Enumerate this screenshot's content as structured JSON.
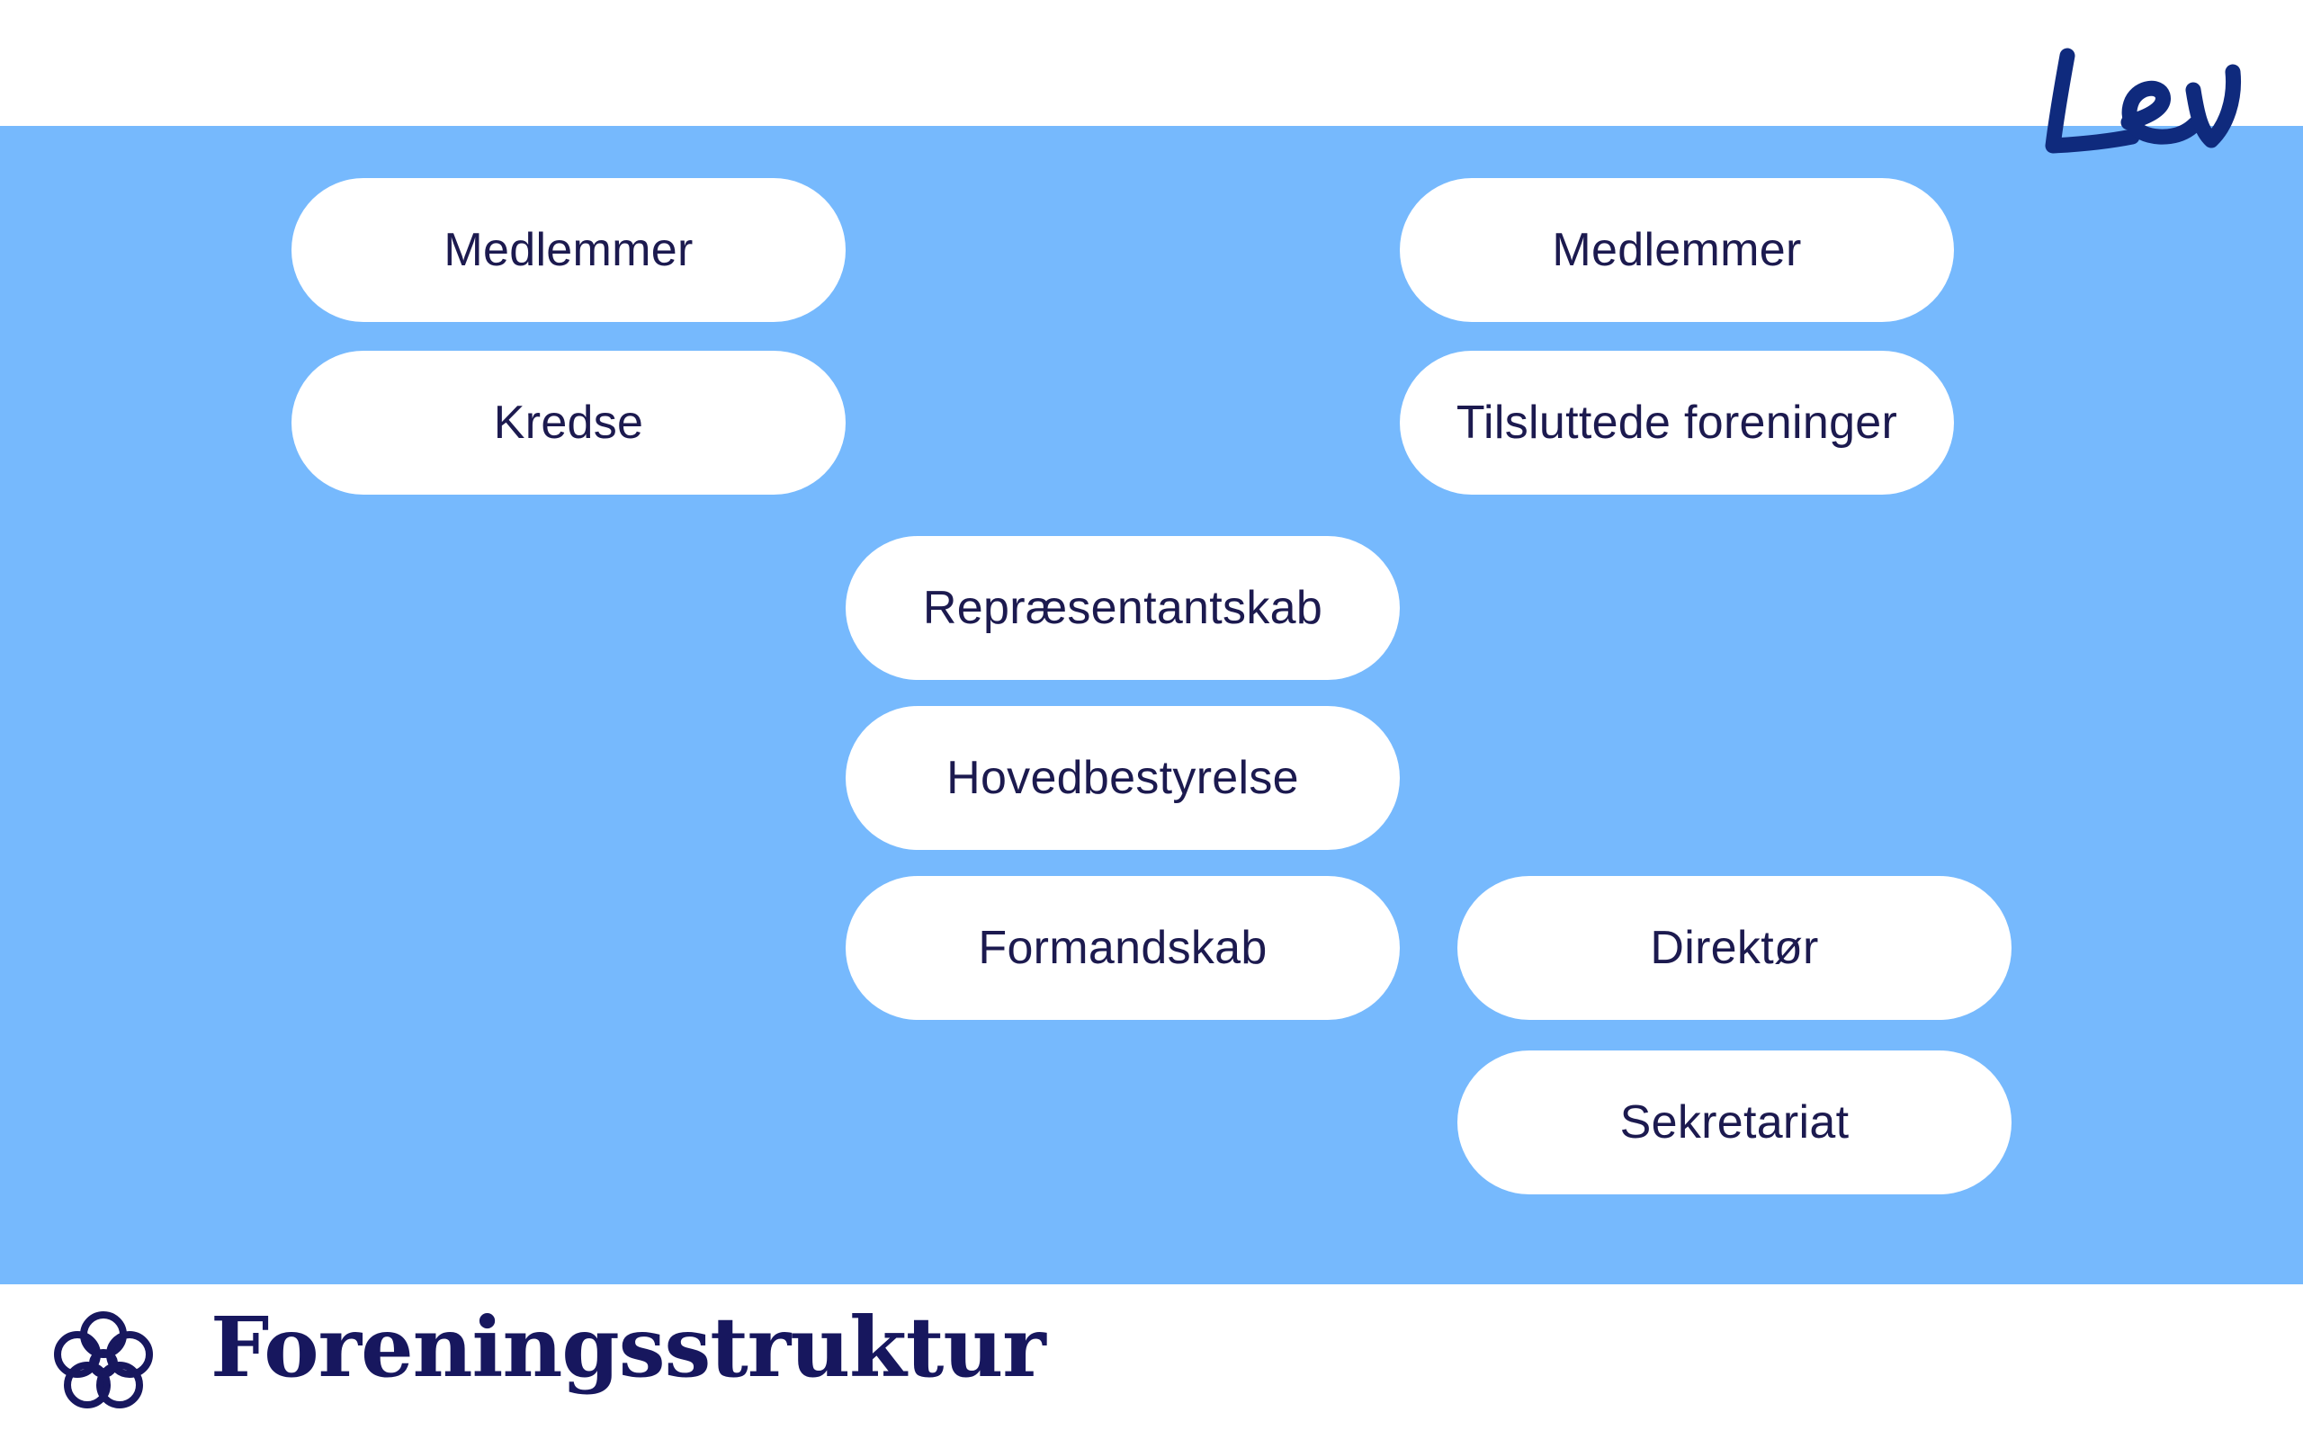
{
  "brand": {
    "logo_text": "Lev",
    "logo_color": "#0f2a7d"
  },
  "colors": {
    "panel": "#76b9fd",
    "pill": "#ffffff",
    "pill_text": "#1c1a4f",
    "title": "#17175e"
  },
  "diagram": {
    "left_column": [
      "Medlemmer",
      "Kredse"
    ],
    "right_column": [
      "Medlemmer",
      "Tilsluttede foreninger"
    ],
    "center_column": [
      "Repræsentantskab",
      "Hovedbestyrelse",
      "Formandskab"
    ],
    "staff_column": [
      "Direktør",
      "Sekretariat"
    ]
  },
  "footer": {
    "title": "Foreningsstruktur",
    "icon": "flower-icon"
  }
}
